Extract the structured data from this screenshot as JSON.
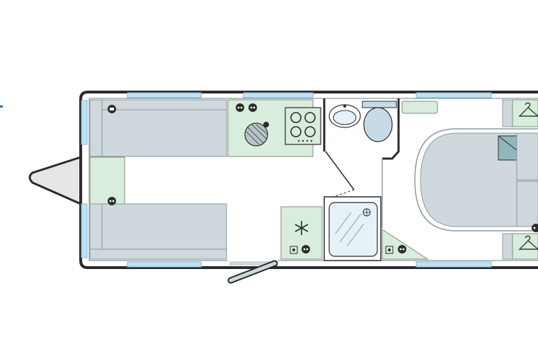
{
  "floorplan": {
    "colors": {
      "wall": "#2b2b2b",
      "window": "#bfe3f6",
      "seat": "#cfd8dc",
      "seat_stroke": "#8d9aa0",
      "furniture": "#d9eddc",
      "furniture_stroke": "#7a8f7d",
      "bed": "#cfd8dc",
      "bed_fold": "#8fb8bd",
      "shower_tray": "#e6f1f8",
      "appliance": "#c6dbe7",
      "hanger": "#3a3a3a",
      "margin_tick": "#2f6fb5"
    },
    "rooms": [
      "front-lounge",
      "kitchen",
      "washroom",
      "rear-bedroom"
    ],
    "icons": [
      "socket-icon",
      "fridge-snowflake-icon",
      "hob-icon",
      "sink-icon",
      "toilet-icon",
      "shower-icon",
      "hanger-icon",
      "usb-icon",
      "drop-arrow-icon"
    ]
  }
}
